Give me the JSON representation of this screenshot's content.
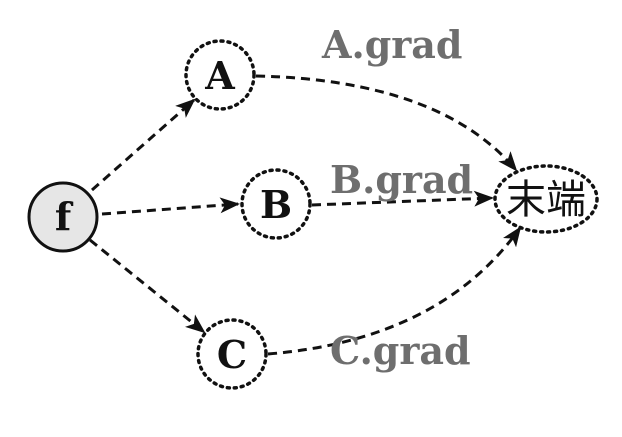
{
  "nodes": {
    "f": {
      "label": "f",
      "fill": "#e6e6e6",
      "border": "solid"
    },
    "a": {
      "label": "A",
      "border": "dotted"
    },
    "b": {
      "label": "B",
      "border": "dotted"
    },
    "c": {
      "label": "C",
      "border": "dotted"
    },
    "sink": {
      "label": "末端",
      "border": "dotted"
    }
  },
  "edges": [
    {
      "from": "f",
      "to": "A",
      "style": "dashed"
    },
    {
      "from": "f",
      "to": "B",
      "style": "dashed"
    },
    {
      "from": "f",
      "to": "C",
      "style": "dashed"
    },
    {
      "from": "A",
      "to": "末端",
      "style": "dashed",
      "label": "A.grad"
    },
    {
      "from": "B",
      "to": "末端",
      "style": "dashed",
      "label": "B.grad"
    },
    {
      "from": "C",
      "to": "末端",
      "style": "dashed",
      "label": "C.grad"
    }
  ],
  "edge_labels": {
    "a": "A.grad",
    "b": "B.grad",
    "c": "C.grad"
  },
  "colors": {
    "edge_label": "#6e6e6e",
    "line": "#111111",
    "f_fill": "#e6e6e6"
  }
}
